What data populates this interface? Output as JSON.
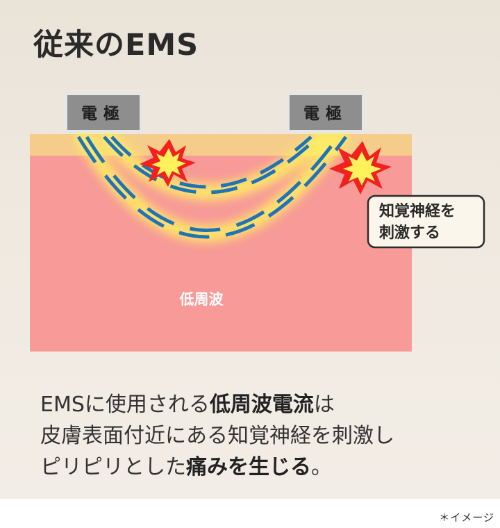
{
  "title": "従来のEMS",
  "electrodes": {
    "left": "電極",
    "right": "電極"
  },
  "callout": {
    "line1": "知覚神経を",
    "line2": "刺激する"
  },
  "tissue_label": "低周波",
  "description": {
    "line1_a": "EMSに使用される",
    "line1_b": "低周波電流",
    "line1_c": "は",
    "line2": "皮膚表面付近にある知覚神経を刺激し",
    "line3_a": "ピリピリとした",
    "line3_b": "痛みを生じる",
    "line3_c": "。"
  },
  "note": "＊イメージ",
  "colors": {
    "skin_surface": "#f5cc8a",
    "tissue": "#f79a98",
    "electrode": "#8e8e8e",
    "current_wave": "#1f73b7",
    "glow": "#fff060",
    "spark": "#f1211f"
  }
}
